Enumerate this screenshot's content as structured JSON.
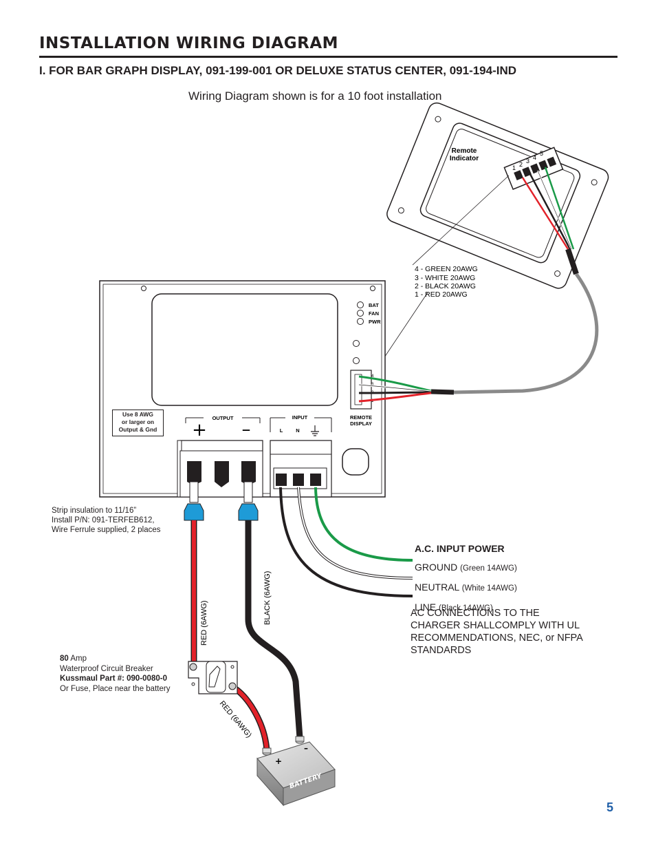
{
  "header": {
    "title": "INSTALLATION WIRING DIAGRAM",
    "subtitle": "I.  FOR BAR GRAPH DISPLAY, 091-199-001 OR DELUXE STATUS CENTER, 091-194-IND",
    "note": "Wiring Diagram shown is for a 10 foot installation"
  },
  "remote": {
    "label_line1": "Remote",
    "label_line2": "Indicator",
    "pins": [
      "1",
      "2",
      "3",
      "4",
      "5"
    ]
  },
  "remote_wires": [
    "4 - GREEN 20AWG",
    "3 - WHITE 20AWG",
    "2 - BLACK 20AWG",
    "1 - RED 20AWG"
  ],
  "charger": {
    "leds": [
      "BAT",
      "FAN",
      "PWR"
    ],
    "remote_display_line1": "REMOTE",
    "remote_display_line2": "DISPLAY",
    "remote_pins": [
      "4",
      "3",
      "2",
      "1"
    ],
    "output_label": "OUTPUT",
    "input_label": "INPUT",
    "input_l": "L",
    "input_n": "N",
    "plus": "+",
    "minus": "–",
    "awg_note_line1": "Use 8 AWG",
    "awg_note_line2": "or larger on",
    "awg_note_line3": "Output & Gnd"
  },
  "ferrule_note": {
    "line1": "Strip insulation to 11/16”",
    "line2": "Install P/N: 091-TERFEB612,",
    "line3": "Wire Ferrule supplied, 2 places"
  },
  "cable_labels": {
    "red_positive": "RED  (6AWG)",
    "black_negative": "BLACK  (6AWG)",
    "red_breaker": "RED  (6AWG)"
  },
  "breaker": {
    "amps": "80",
    "amps_unit": " Amp",
    "line2": "Waterproof Circuit Breaker",
    "part": "Kussmaul Part #: 090-0080-0",
    "line4": "Or Fuse, Place near the battery"
  },
  "battery": {
    "label": "BATTERY",
    "plus": "+",
    "minus": "–"
  },
  "ac_input": {
    "heading": "A.C. INPUT POWER",
    "ground": "GROUND",
    "ground_spec": "(Green 14AWG)",
    "neutral": "NEUTRAL",
    "neutral_spec": "(White 14AWG)",
    "line": "LINE",
    "line_spec": "(Black 14AWG)",
    "note": "AC CONNECTIONS TO THE CHARGER SHALLCOMPLY WITH UL RECOMMENDATIONS, NEC, or NFPA STANDARDS"
  },
  "page_number": "5",
  "colors": {
    "red_wire": "#e2222a",
    "black_wire": "#231f20",
    "green_wire": "#1a9a48",
    "gray_cable": "#8a8a8a",
    "ferrule_blue": "#1e9bd7",
    "page_number": "#1f5fa8"
  }
}
